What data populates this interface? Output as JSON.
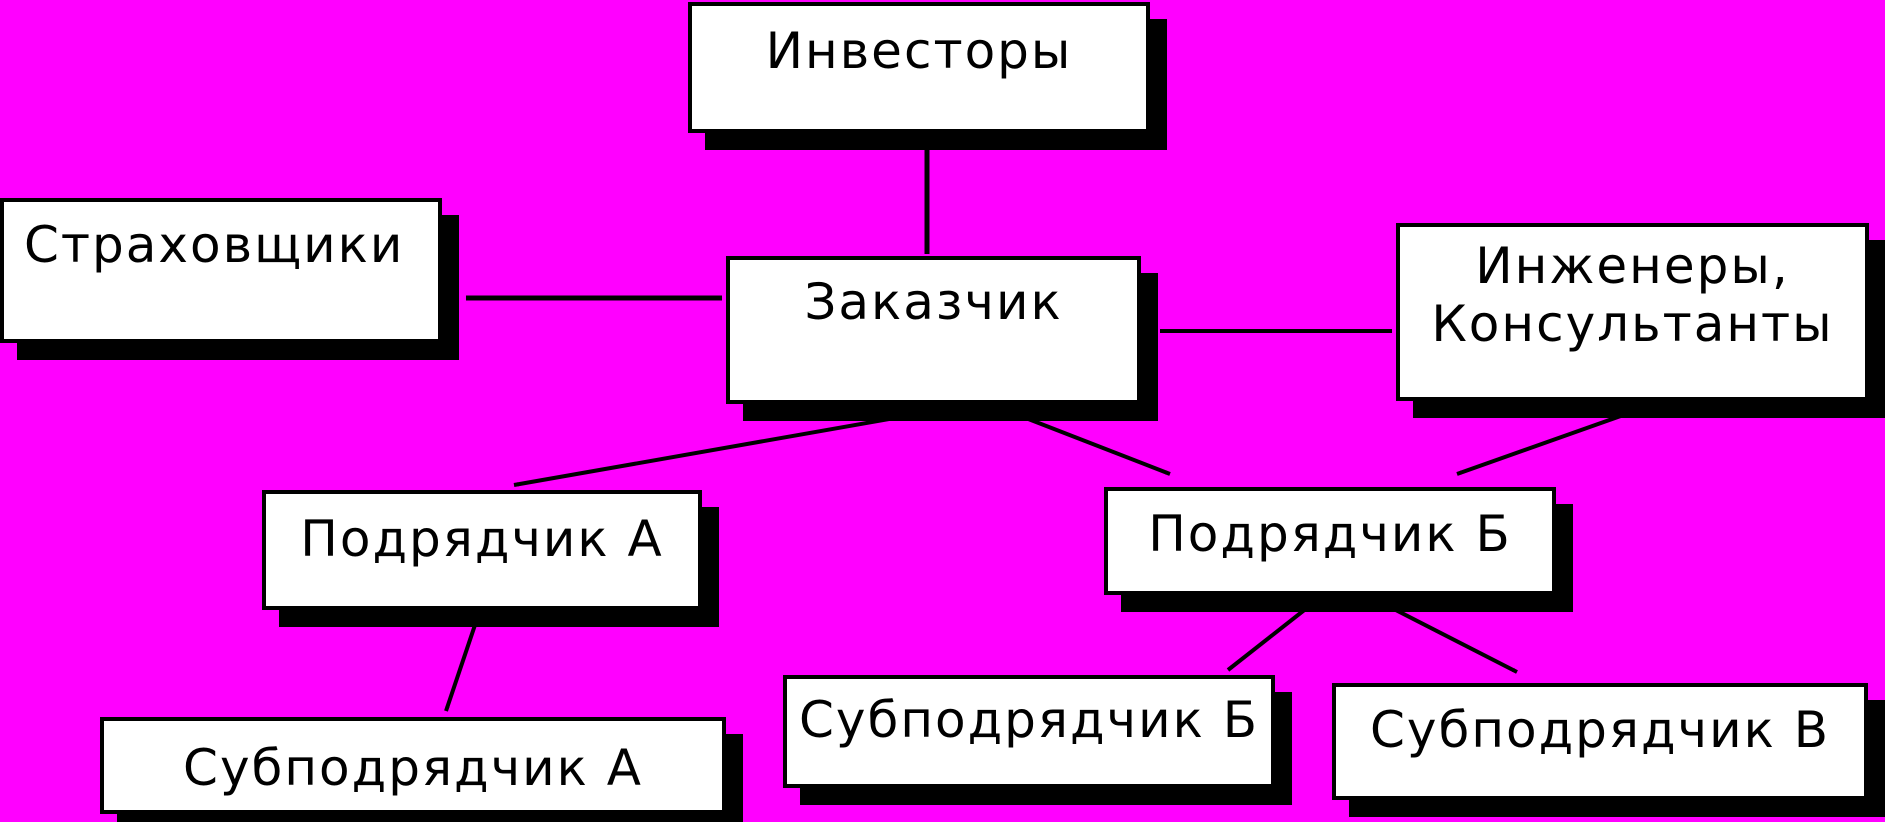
{
  "colors": {
    "background": "#ff00ff",
    "box_fill": "#ffffff",
    "box_border": "#000000",
    "shadow": "#000000",
    "arrow": "#000000",
    "text": "#000000"
  },
  "nodes": {
    "investors": "Инвесторы",
    "insurers": "Страховщики",
    "client": "Заказчик",
    "engineers_line1": "Инженеры,",
    "engineers_line2": "Консультанты",
    "contractor_a": "Подрядчик А",
    "contractor_b": "Подрядчик Б",
    "subcontractor_a": "Субподрядчик А",
    "subcontractor_b": "Субподрядчик Б",
    "subcontractor_v": "Субподрядчик В"
  },
  "edges": [
    {
      "from": "insurers",
      "to": "client"
    },
    {
      "from": "client",
      "to": "investors"
    },
    {
      "from": "client",
      "to": "engineers"
    },
    {
      "from": "client",
      "to": "contractor_a"
    },
    {
      "from": "client",
      "to": "contractor_b"
    },
    {
      "from": "engineers",
      "to": "contractor_b"
    },
    {
      "from": "contractor_a",
      "to": "subcontractor_a"
    },
    {
      "from": "contractor_b",
      "to": "subcontractor_b"
    },
    {
      "from": "contractor_b",
      "to": "subcontractor_v"
    }
  ]
}
